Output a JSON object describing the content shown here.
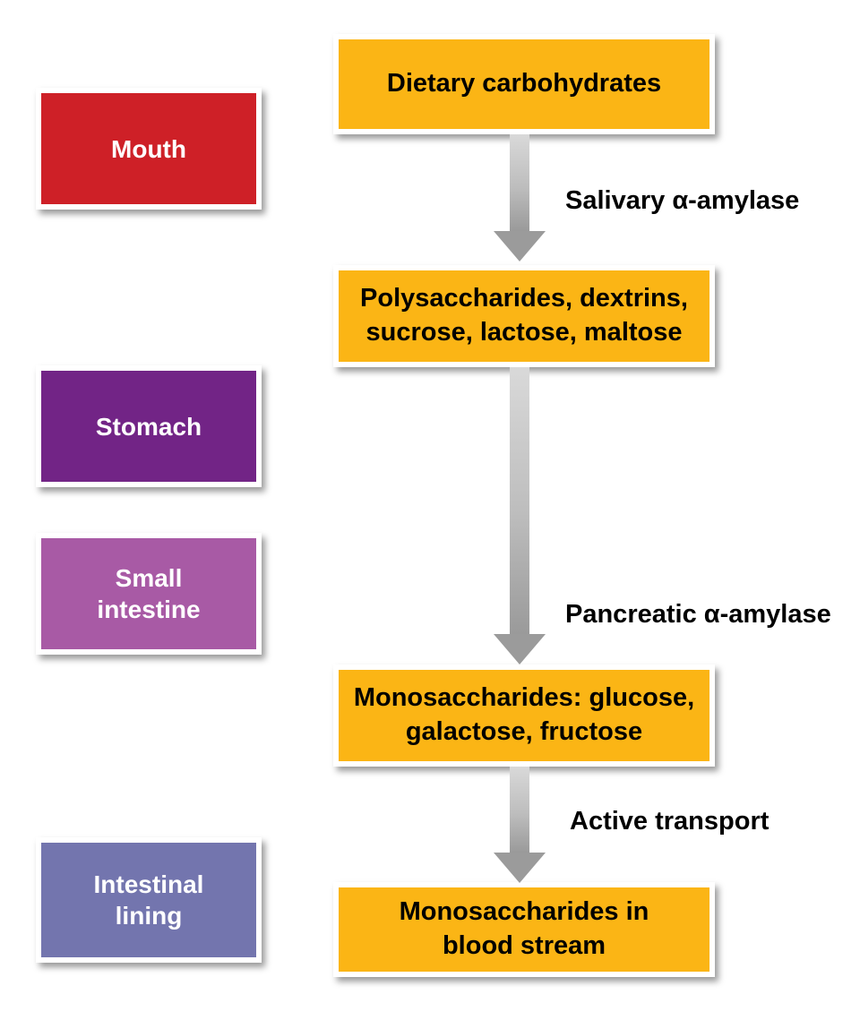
{
  "diagram": {
    "title": "Digestion of dietary carbohydrates flow diagram",
    "locations": [
      {
        "label": "Mouth",
        "color": "#CE2027"
      },
      {
        "label": "Stomach",
        "color": "#722486"
      },
      {
        "label": "Small\nintestine",
        "color": "#A85AA5"
      },
      {
        "label": "Intestinal\nlining",
        "color": "#7375AE"
      }
    ],
    "stages": [
      {
        "label": "Dietary carbohydrates"
      },
      {
        "label": "Polysaccharides, dextrins,\nsucrose, lactose, maltose"
      },
      {
        "label": "Monosaccharides: glucose,\ngalactose, fructose"
      },
      {
        "label": "Monosaccharides in\nblood stream"
      }
    ],
    "arrows": [
      {
        "label": "Salivary α-amylase"
      },
      {
        "label": "Pancreatic α-amylase"
      },
      {
        "label": "Active transport"
      }
    ],
    "colors": {
      "stage_bg": "#FBB515",
      "arrow_gray": "#9b9b9b",
      "text_on_location": "#ffffff",
      "text_on_stage": "#000000"
    }
  }
}
